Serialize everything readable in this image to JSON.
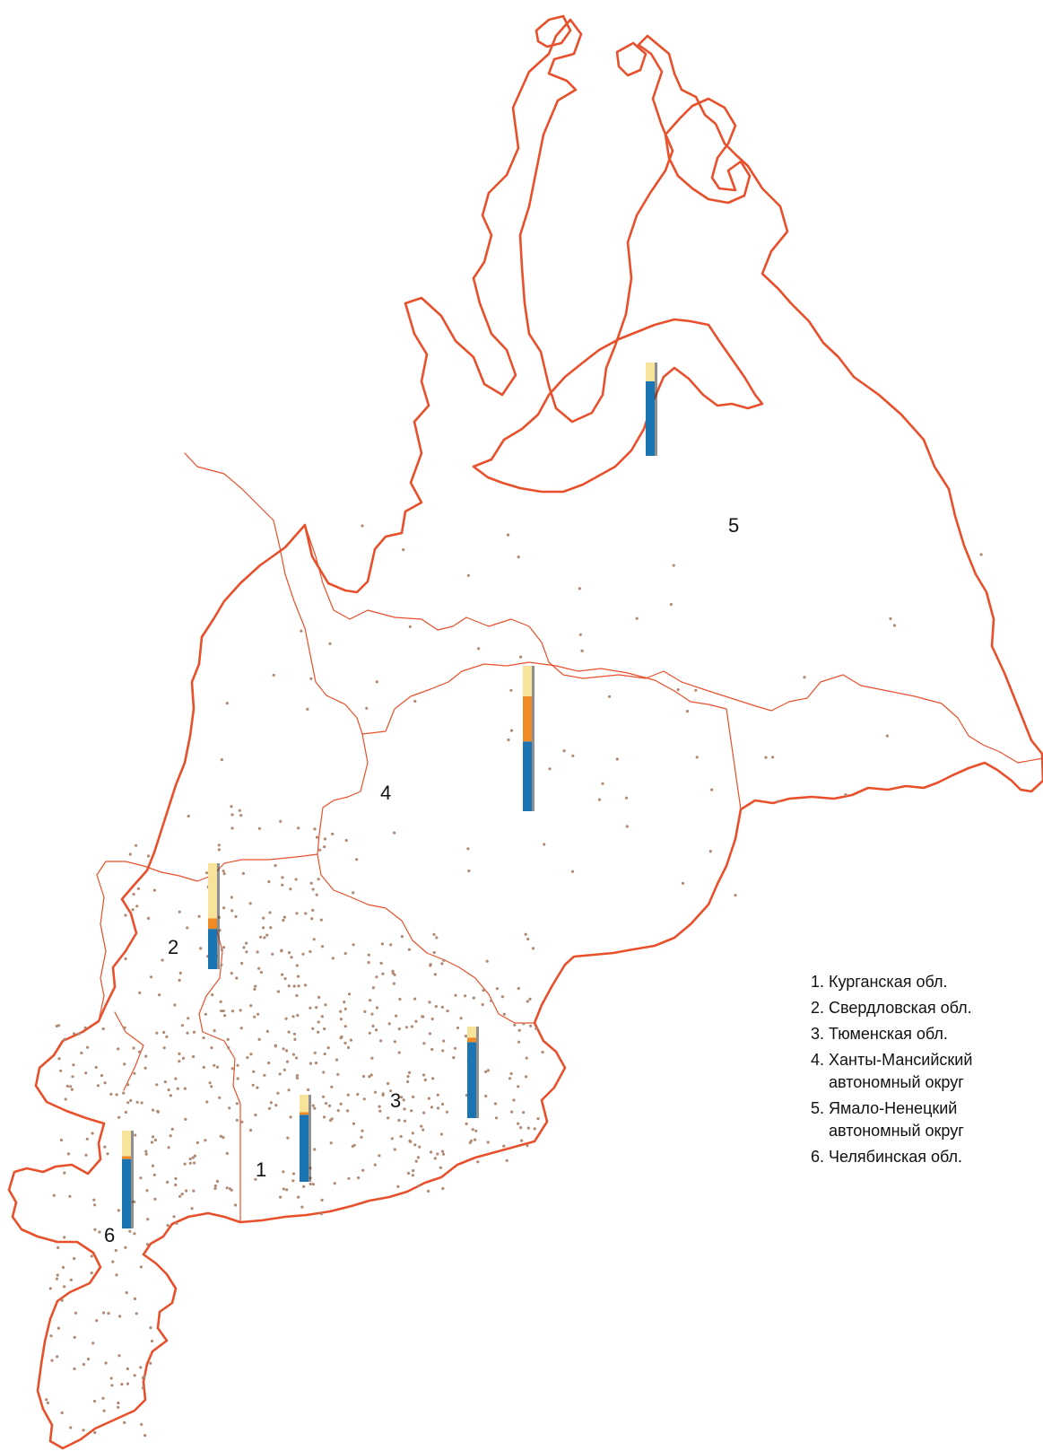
{
  "colors": {
    "border": "#e8502b",
    "settlement_dot": "#b08a74",
    "bar_segments": [
      "#1a75b2",
      "#f08a24",
      "#f8e39b"
    ]
  },
  "map": {
    "region_labels": [
      {
        "id": "kurgan",
        "text": "1"
      },
      {
        "id": "sverdlovsk",
        "text": "2"
      },
      {
        "id": "tyumen",
        "text": "3"
      },
      {
        "id": "khmao",
        "text": "4"
      },
      {
        "id": "yanao",
        "text": "5"
      },
      {
        "id": "chelyabinsk",
        "text": "6"
      }
    ],
    "bars": [
      {
        "region": "yanao",
        "shares": [
          0.8,
          0.0,
          0.2
        ]
      },
      {
        "region": "khmao",
        "shares": [
          0.48,
          0.31,
          0.21
        ]
      },
      {
        "region": "sverdlovsk",
        "shares": [
          0.38,
          0.1,
          0.52
        ]
      },
      {
        "region": "tyumen",
        "shares": [
          0.83,
          0.05,
          0.12
        ]
      },
      {
        "region": "kurgan",
        "shares": [
          0.77,
          0.03,
          0.2
        ]
      },
      {
        "region": "chelyabinsk",
        "shares": [
          0.71,
          0.03,
          0.26
        ]
      }
    ],
    "settlement_density": {
      "kurgan": 0.95,
      "chelyabinsk": 0.9,
      "tyumen": 0.8,
      "sverdlovsk": 0.45,
      "khmao": 0.08,
      "yanao": 0.03
    }
  },
  "legend": {
    "items": [
      {
        "num": "1.",
        "name": "Курганская обл."
      },
      {
        "num": "2.",
        "name": "Свердловская обл."
      },
      {
        "num": "3.",
        "name": "Тюменская обл."
      },
      {
        "num": "4.",
        "name": "Ханты-Мансийский автономный округ"
      },
      {
        "num": "5.",
        "name": "Ямало-Ненецкий автономный округ"
      },
      {
        "num": "6.",
        "name": "Челябинская обл."
      }
    ]
  }
}
